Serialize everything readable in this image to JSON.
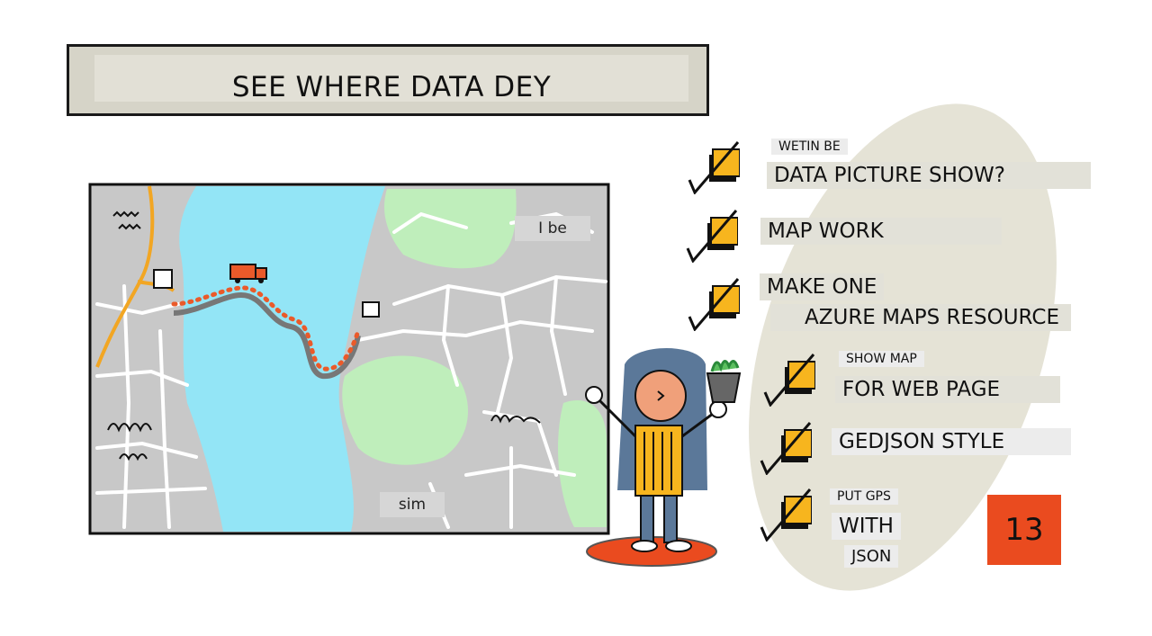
{
  "title": "SEE WHERE DATA DEY",
  "map": {
    "label_top_right": "I be",
    "label_bottom": "sim"
  },
  "checklist": [
    {
      "small": "WETIN BE",
      "big": "DATA PICTURE SHOW?"
    },
    {
      "big": "MAP WORK"
    },
    {
      "big": "MAKE ONE",
      "big2": "AZURE MAPS RESOURCE"
    },
    {
      "small": "SHOW MAP",
      "big": "FOR WEB PAGE"
    },
    {
      "big": "GEDJSON STYLE"
    },
    {
      "small": "PUT GPS",
      "big": "WITH",
      "small2": "JSON"
    }
  ],
  "badge": "13",
  "colors": {
    "water": "#93e5f6",
    "land": "#c8c8c8",
    "park": "#bfeebb",
    "route": "#ea5a2a",
    "check_box": "#f7b51e",
    "badge": "#ea4b1f"
  }
}
